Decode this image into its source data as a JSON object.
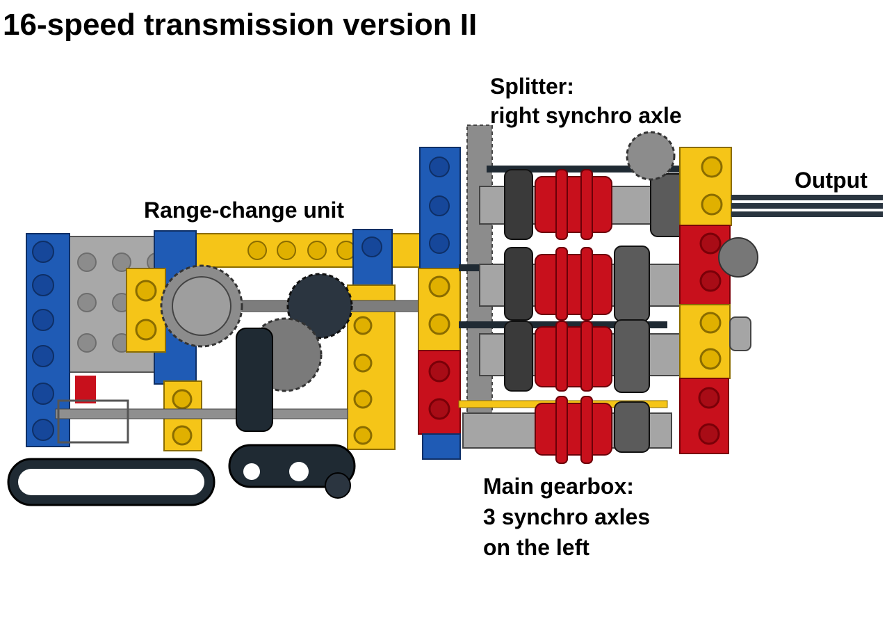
{
  "title": "16-speed transmission version II",
  "labels": {
    "range_change": "Range-change unit",
    "splitter_line1": "Splitter:",
    "splitter_line2": "right synchro axle",
    "output": "Output",
    "main_line1": "Main gearbox:",
    "main_line2": "3 synchro axles",
    "main_line3": "on the left"
  },
  "colors": {
    "blue": "#1f5bb5",
    "yellow": "#f5c518",
    "red": "#c8101c",
    "grey": "#a5a5a5",
    "dark_grey": "#5b5b5b",
    "black": "#1c2730"
  }
}
